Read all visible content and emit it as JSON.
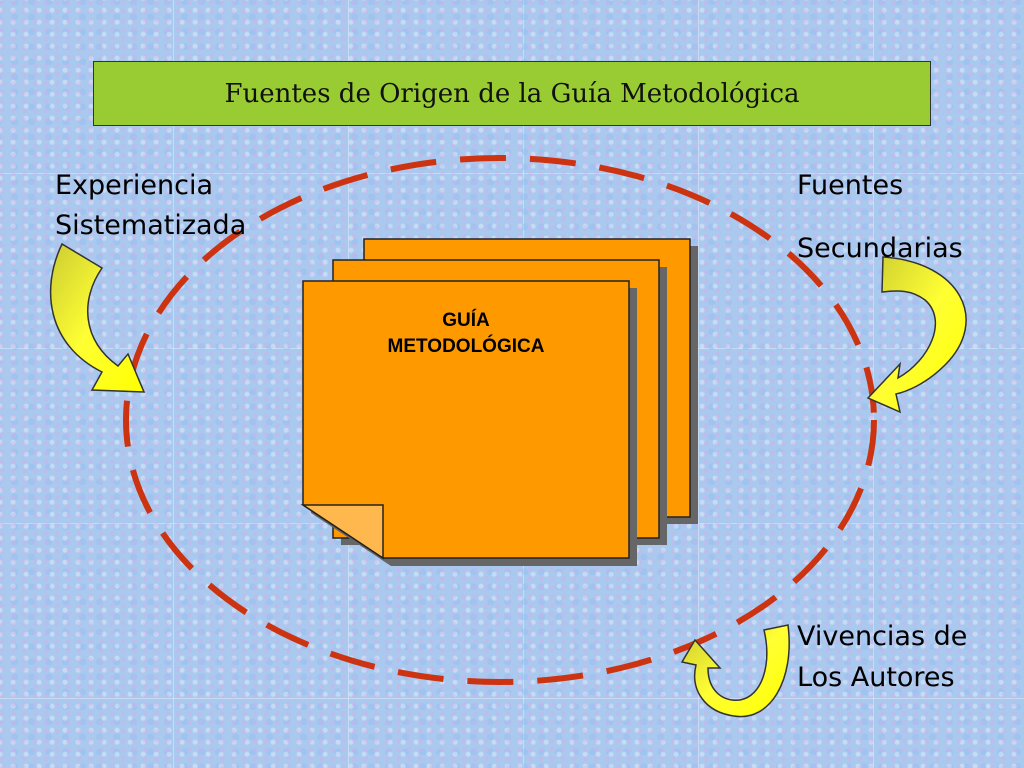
{
  "title": "Fuentes de Origen de la Guía Metodológica",
  "center_document": {
    "lines": [
      "GUÍA",
      "METODOLÓGICA"
    ]
  },
  "sources": {
    "experiencia": [
      "Experiencia",
      "Sistematizada"
    ],
    "fuentes": [
      "Fuentes",
      "Secundarias"
    ],
    "vivencias": [
      "Vivencias de",
      "Los Autores"
    ]
  },
  "colors": {
    "title_background": "#99cc33",
    "document_fill": "#ff9900",
    "ellipse_dash": "#cc3311",
    "arrow_fill": "#ffff00",
    "arrow_inner": "#cccc33"
  }
}
